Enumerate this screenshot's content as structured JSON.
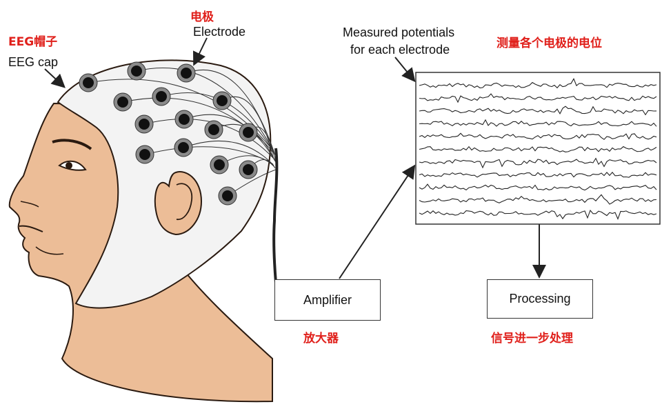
{
  "labels": {
    "eeg_cap_cn": "EEG帽子",
    "eeg_cap_en": "EEG cap",
    "electrode_cn": "电极",
    "electrode_en": "Electrode",
    "measured_en_line1": "Measured potentials",
    "measured_en_line2": "for each electrode",
    "measured_cn": "测量各个电极的电位",
    "amplifier_en": "Amplifier",
    "amplifier_cn": "放大器",
    "processing_en": "Processing",
    "processing_cn": "信号进一步处理"
  },
  "colors": {
    "annotation_cn": "#e0201b",
    "skin": "#ecbd97",
    "skin_outline": "#2a1a10",
    "cap": "#f3f3f3",
    "electrode": "#111111",
    "electrode_ring": "#777777",
    "line": "#222222"
  },
  "eeg_channels": 11
}
